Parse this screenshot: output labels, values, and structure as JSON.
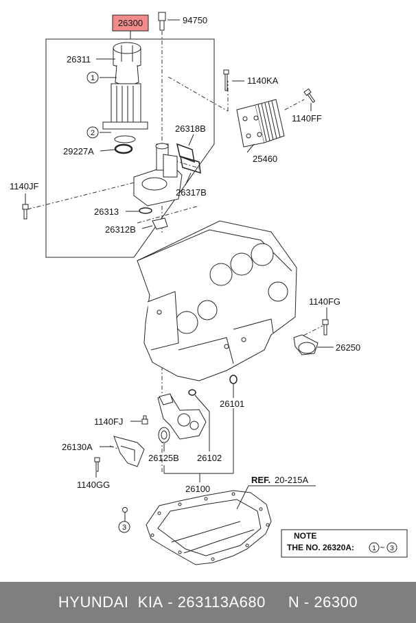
{
  "callouts": {
    "c26300": "26300",
    "c94750": "94750",
    "c26311": "26311",
    "c1140KA": "1140KA",
    "c1140FF": "1140FF",
    "c26318B": "26318B",
    "c29227A": "29227A",
    "c25460": "25460",
    "c26317B": "26317B",
    "c1140JF": "1140JF",
    "c26313": "26313",
    "c26312B": "26312B",
    "c1140FG": "1140FG",
    "c26250": "26250",
    "c26101": "26101",
    "c1140FJ": "1140FJ",
    "c26130A": "26130A",
    "c26125B": "26125B",
    "c26102": "26102",
    "c1140GG": "1140GG",
    "c26100": "26100",
    "ref_label": "REF.",
    "ref_value": "20-215A"
  },
  "circled_markers": {
    "m1": "1",
    "m2": "2",
    "m3": "3"
  },
  "note": {
    "title": "NOTE",
    "prefix": "THE NO. 26320A:",
    "from": "1",
    "tilde": "~",
    "to": "3"
  },
  "footer": {
    "brand": "HYUNDAI  KIA",
    "sep1": " - ",
    "part_number": "263113A680",
    "gap": "     ",
    "n_prefix": "N",
    "sep2": " - ",
    "n_value": "26300"
  },
  "colors": {
    "highlight_box": "#f28b8b",
    "footer_bg": "#7f7f7f",
    "footer_text": "#ffffff",
    "line": "#222222"
  }
}
